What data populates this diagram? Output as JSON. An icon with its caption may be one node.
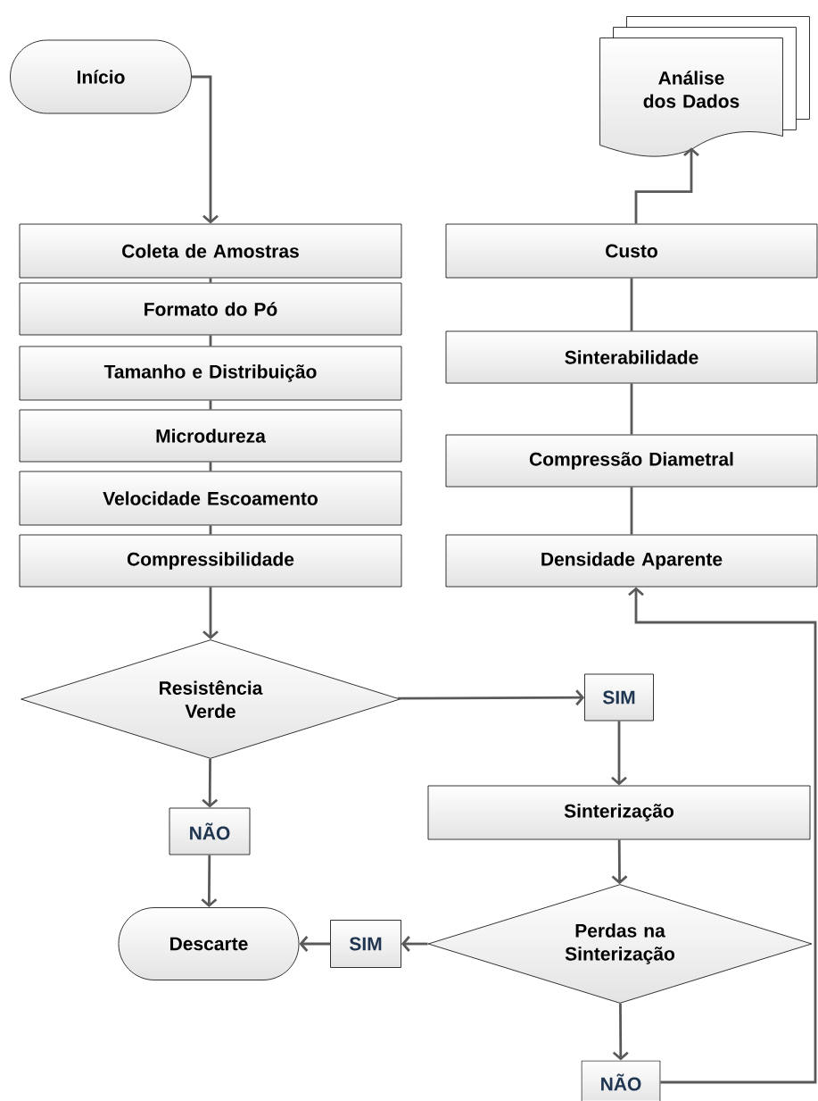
{
  "diagram": {
    "nodes": [
      {
        "text": [
          "Início"
        ]
      },
      {
        "text": [
          "Coleta de Amostras"
        ]
      },
      {
        "text": [
          "Formato do Pó"
        ]
      },
      {
        "text": [
          "Tamanho e Distribuição"
        ]
      },
      {
        "text": [
          "Microdureza"
        ]
      },
      {
        "text": [
          "Velocidade Escoamento"
        ]
      },
      {
        "text": [
          "Compressibilidade"
        ]
      },
      {
        "text": [
          "Resistência Verde"
        ]
      },
      {
        "text": [
          "SIM"
        ]
      },
      {
        "text": [
          "NÃO"
        ]
      },
      {
        "text": [
          "Descarte"
        ]
      },
      {
        "text": [
          "Sinterização"
        ]
      },
      {
        "text": [
          "Perdas na Sinterização"
        ]
      },
      {
        "text": [
          "SIM"
        ]
      },
      {
        "text": [
          "NÃO"
        ]
      },
      {
        "text": [
          "Densidade Aparente"
        ]
      },
      {
        "text": [
          "Compressão Diametral"
        ]
      },
      {
        "text": [
          "Sinterabilidade"
        ]
      },
      {
        "text": [
          "Custo"
        ]
      },
      {
        "text": [
          "Análise dos Dados"
        ]
      }
    ],
    "edges": [
      {
        "from": 0,
        "to": 1,
        "arrow": "to"
      },
      {
        "from": 1,
        "to": 2,
        "arrow": "none"
      },
      {
        "from": 2,
        "to": 3,
        "arrow": "none"
      },
      {
        "from": 3,
        "to": 4,
        "arrow": "none"
      },
      {
        "from": 4,
        "to": 5,
        "arrow": "none"
      },
      {
        "from": 5,
        "to": 6,
        "arrow": "none"
      },
      {
        "from": 6,
        "to": 7,
        "arrow": "to"
      },
      {
        "from": 7,
        "to": 8,
        "arrow": "to"
      },
      {
        "from": 7,
        "to": 9,
        "arrow": "to"
      },
      {
        "from": 9,
        "to": 10,
        "arrow": "to"
      },
      {
        "from": 8,
        "to": 11,
        "arrow": "to"
      },
      {
        "from": 11,
        "to": 12,
        "arrow": "to"
      },
      {
        "from": 12,
        "to": 13,
        "arrow": "to"
      },
      {
        "from": 13,
        "to": 10,
        "arrow": "to"
      },
      {
        "from": 12,
        "to": 14,
        "arrow": "to"
      },
      {
        "from": 14,
        "to": 15,
        "arrow": "to"
      },
      {
        "from": 15,
        "to": 16,
        "arrow": "none"
      },
      {
        "from": 16,
        "to": 17,
        "arrow": "none"
      },
      {
        "from": 17,
        "to": 18,
        "arrow": "none"
      },
      {
        "from": 18,
        "to": 19,
        "arrow": "to"
      }
    ]
  }
}
